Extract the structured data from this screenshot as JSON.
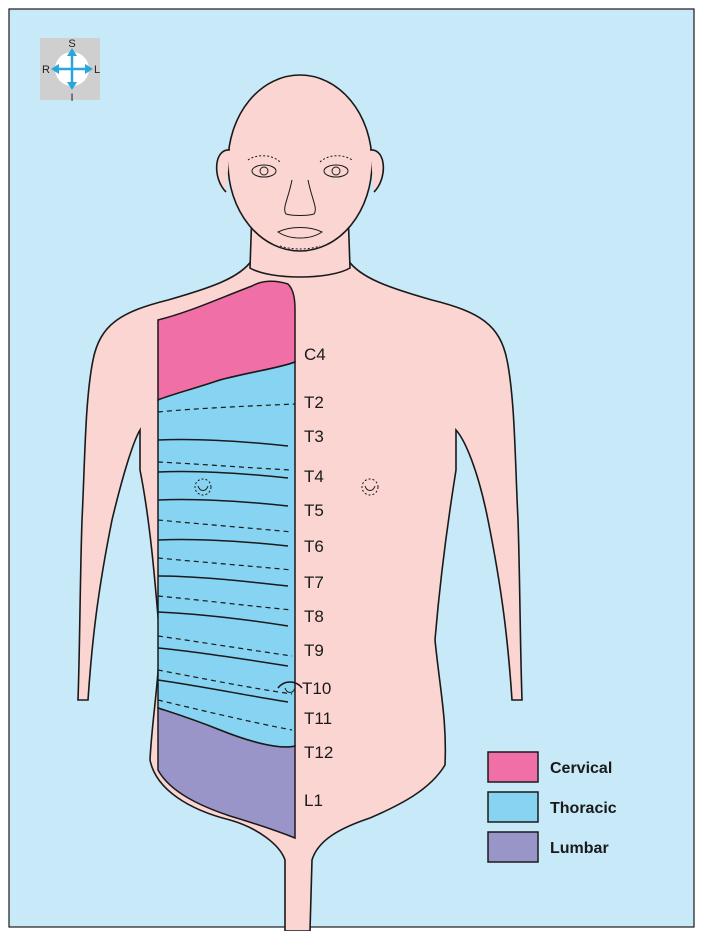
{
  "compass": {
    "superior": "S",
    "inferior": "I",
    "right": "R",
    "left": "L",
    "icon": "orientation-compass-icon"
  },
  "segments": {
    "c4": "C4",
    "t2": "T2",
    "t3": "T3",
    "t4": "T4",
    "t5": "T5",
    "t6": "T6",
    "t7": "T7",
    "t8": "T8",
    "t9": "T9",
    "t10": "T10",
    "t11": "T11",
    "t12": "T12",
    "l1": "L1"
  },
  "legend": [
    {
      "label": "Cervical",
      "color": "#f06fa6"
    },
    {
      "label": "Thoracic",
      "color": "#86d3f2"
    },
    {
      "label": "Lumbar",
      "color": "#9a95c9"
    }
  ],
  "colors": {
    "background": "#c8e9f8",
    "skin": "#fbd5d2",
    "cervical": "#f06fa6",
    "thoracic": "#86d3f2",
    "lumbar": "#9a95c9",
    "outline": "#1a1a1a"
  }
}
